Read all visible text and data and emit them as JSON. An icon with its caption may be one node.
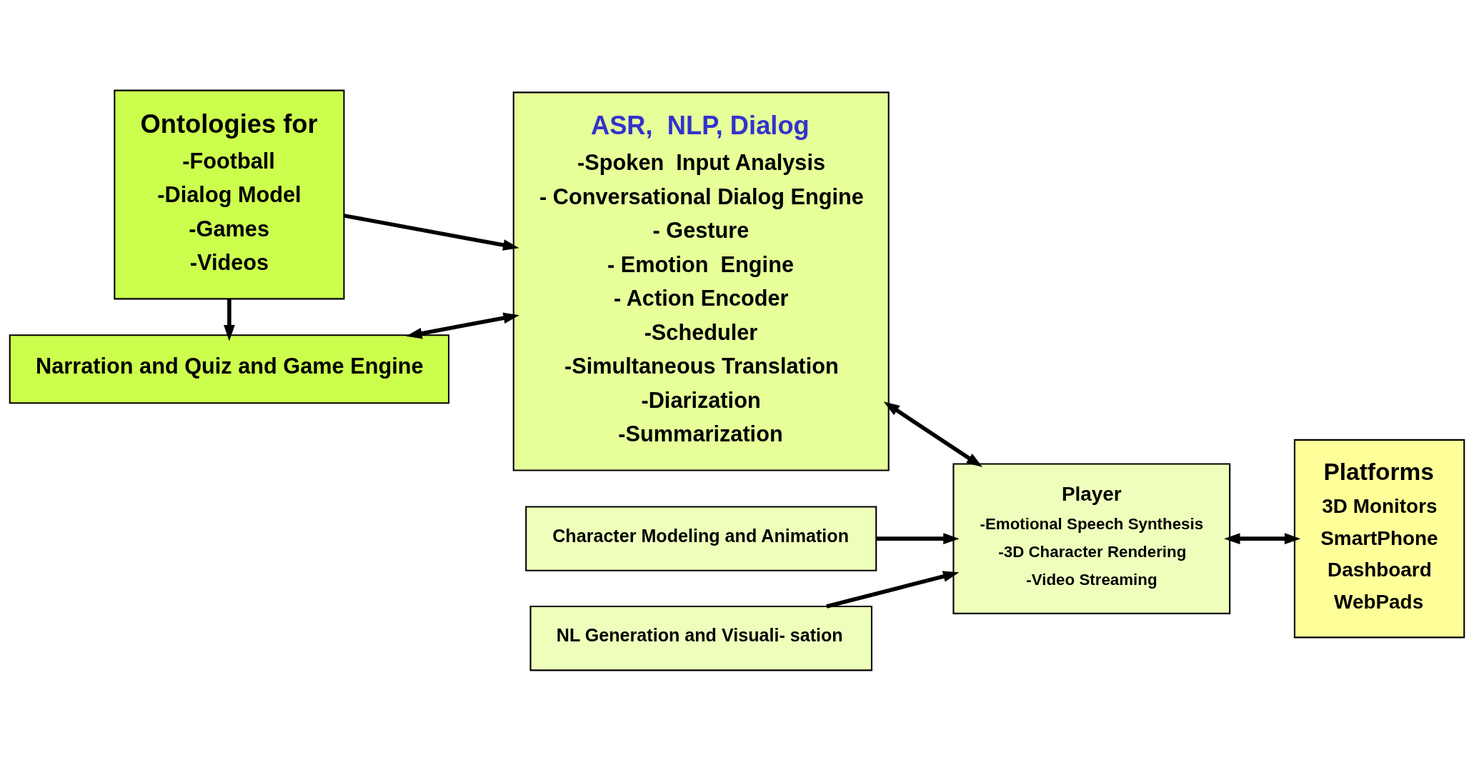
{
  "diagram": {
    "nodes": [
      {
        "text": [
          "Ontologies for",
          "-Football",
          "-Dialog Model",
          "-Games",
          "-Videos"
        ]
      },
      {
        "text": [
          "ASR,  NLP, Dialog",
          "-Spoken  Input Analysis",
          "- Conversational Dialog Engine",
          "- Gesture",
          "- Emotion  Engine",
          "- Action Encoder",
          "-Scheduler",
          "-Simultaneous Translation",
          "-Diarization",
          "-Summarization"
        ]
      },
      {
        "text": [
          "Character Modeling and Animation"
        ]
      },
      {
        "text": [
          "NL Generation and Visuali- sation"
        ]
      },
      {
        "text": [
          "Platforms",
          "3D Monitors",
          "SmartPhone",
          "Dashboard",
          "WebPads"
        ]
      },
      {
        "text": [
          "Narration and Quiz and Game Engine"
        ]
      },
      {
        "text": [
          "Player",
          "-Emotional Speech Synthesis",
          "-3D Character Rendering",
          "-Video Streaming"
        ]
      }
    ],
    "edges": [
      {
        "from": 0,
        "to": 1,
        "arrow": "to"
      },
      {
        "from": 0,
        "to": 5,
        "arrow": "to"
      },
      {
        "from": 5,
        "to": 1,
        "arrow": "both"
      },
      {
        "from": 1,
        "to": 6,
        "arrow": "both"
      },
      {
        "from": 2,
        "to": 6,
        "arrow": "to"
      },
      {
        "from": 3,
        "to": 6,
        "arrow": "to"
      },
      {
        "from": 6,
        "to": 4,
        "arrow": "both"
      }
    ]
  }
}
